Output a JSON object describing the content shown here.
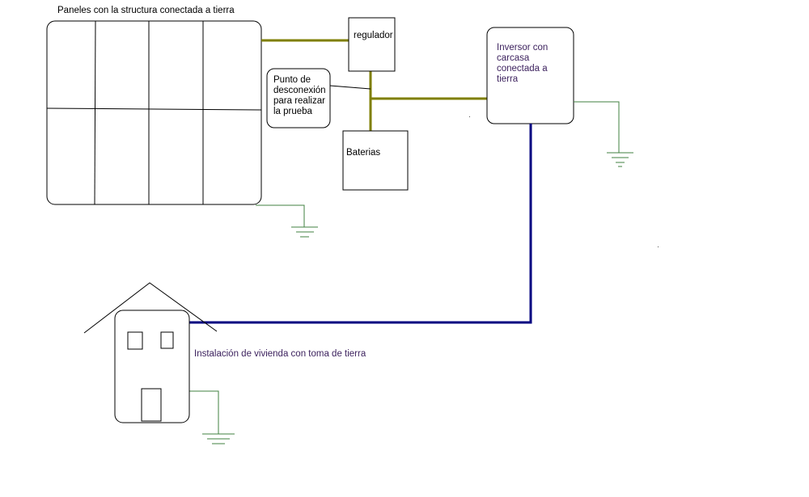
{
  "title": "Paneles con la structura conectada a tierra",
  "components": {
    "regulator": {
      "label": "regulador"
    },
    "disconnect_point": {
      "lines": [
        "Punto de",
        "desconexión",
        "para realizar",
        "la prueba"
      ]
    },
    "batteries": {
      "label": "Baterias"
    },
    "inverter": {
      "lines": [
        "Inversor con",
        "carcasa",
        "conectada a",
        "tierra"
      ]
    },
    "house": {
      "label": "Instalación de vivienda con toma de tierra"
    }
  },
  "colors": {
    "dc_wire": "#7f7f00",
    "ac_wire": "#000080",
    "ground": "#408040",
    "outline": "#000000",
    "label_text": "#3a1f5c"
  }
}
